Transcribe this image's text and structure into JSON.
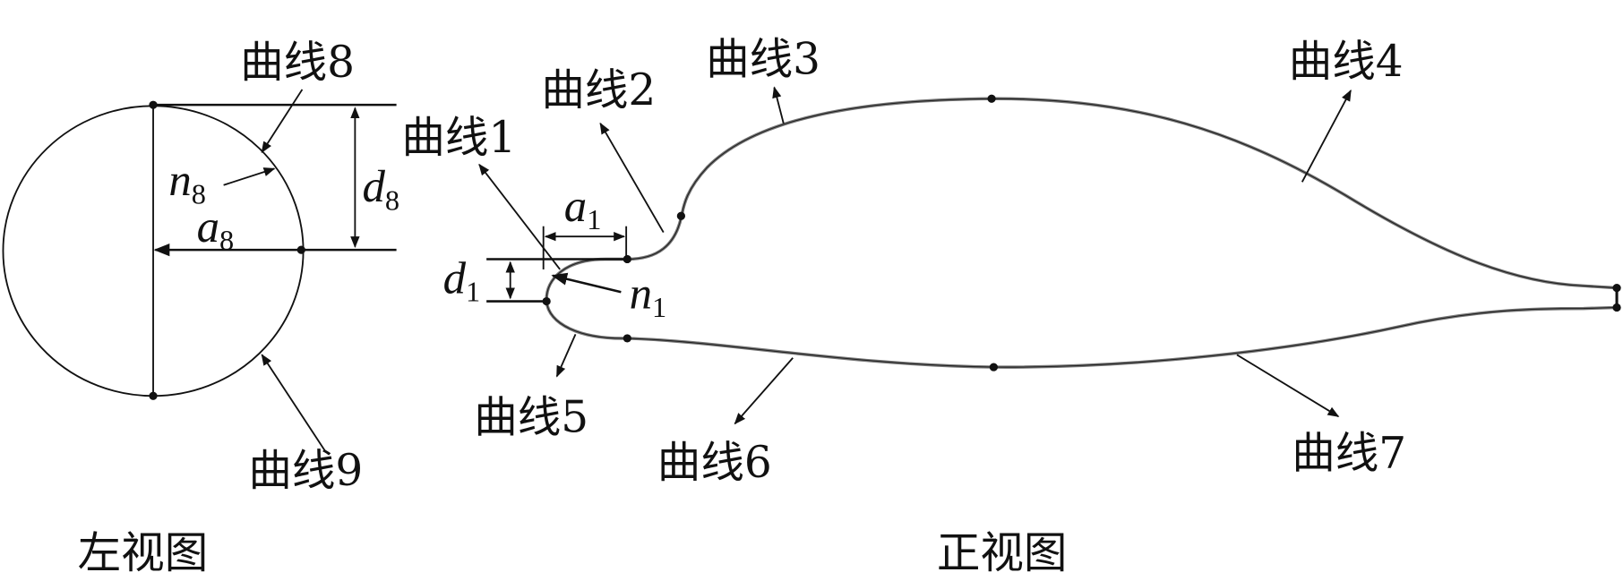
{
  "left_view": {
    "title": "左视图",
    "curve8": "曲线8",
    "curve9": "曲线9",
    "n8": {
      "var": "n",
      "sub": "8"
    },
    "d8": {
      "var": "d",
      "sub": "8"
    },
    "a8": {
      "var": "a",
      "sub": "8"
    }
  },
  "front_view": {
    "title": "正视图",
    "curve1": "曲线1",
    "curve2": "曲线2",
    "curve3": "曲线3",
    "curve4": "曲线4",
    "curve5": "曲线5",
    "curve6": "曲线6",
    "curve7": "曲线7",
    "a1": {
      "var": "a",
      "sub": "1"
    },
    "d1": {
      "var": "d",
      "sub": "1"
    },
    "n1": {
      "var": "n",
      "sub": "1"
    }
  },
  "colors": {
    "line": "#111111",
    "outline": "#777777"
  }
}
